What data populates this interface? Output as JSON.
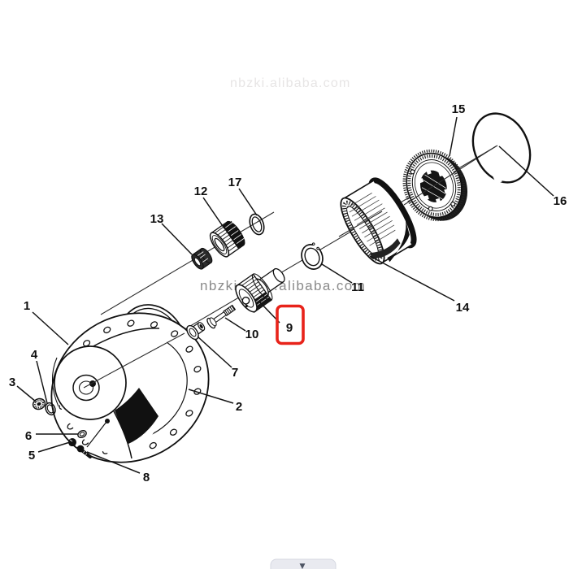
{
  "watermarks": {
    "top_text": "nbzki.alibaba.com",
    "mid_left": "nbzki",
    "mid_right": ".alibaba.com",
    "mid_color": "#8a8a8a",
    "top_color": "#e7e5e5"
  },
  "diagram": {
    "type": "exploded-parts-diagram",
    "parts": [
      {
        "num": "1"
      },
      {
        "num": "2"
      },
      {
        "num": "3"
      },
      {
        "num": "4"
      },
      {
        "num": "5"
      },
      {
        "num": "6"
      },
      {
        "num": "7"
      },
      {
        "num": "8"
      },
      {
        "num": "9"
      },
      {
        "num": "10"
      },
      {
        "num": "11"
      },
      {
        "num": "12"
      },
      {
        "num": "13"
      },
      {
        "num": "14"
      },
      {
        "num": "15"
      },
      {
        "num": "16"
      },
      {
        "num": "17"
      }
    ],
    "highlight": {
      "part": "9",
      "color": "#e8231a"
    }
  },
  "footer": {
    "scroll_icon": "▼"
  }
}
